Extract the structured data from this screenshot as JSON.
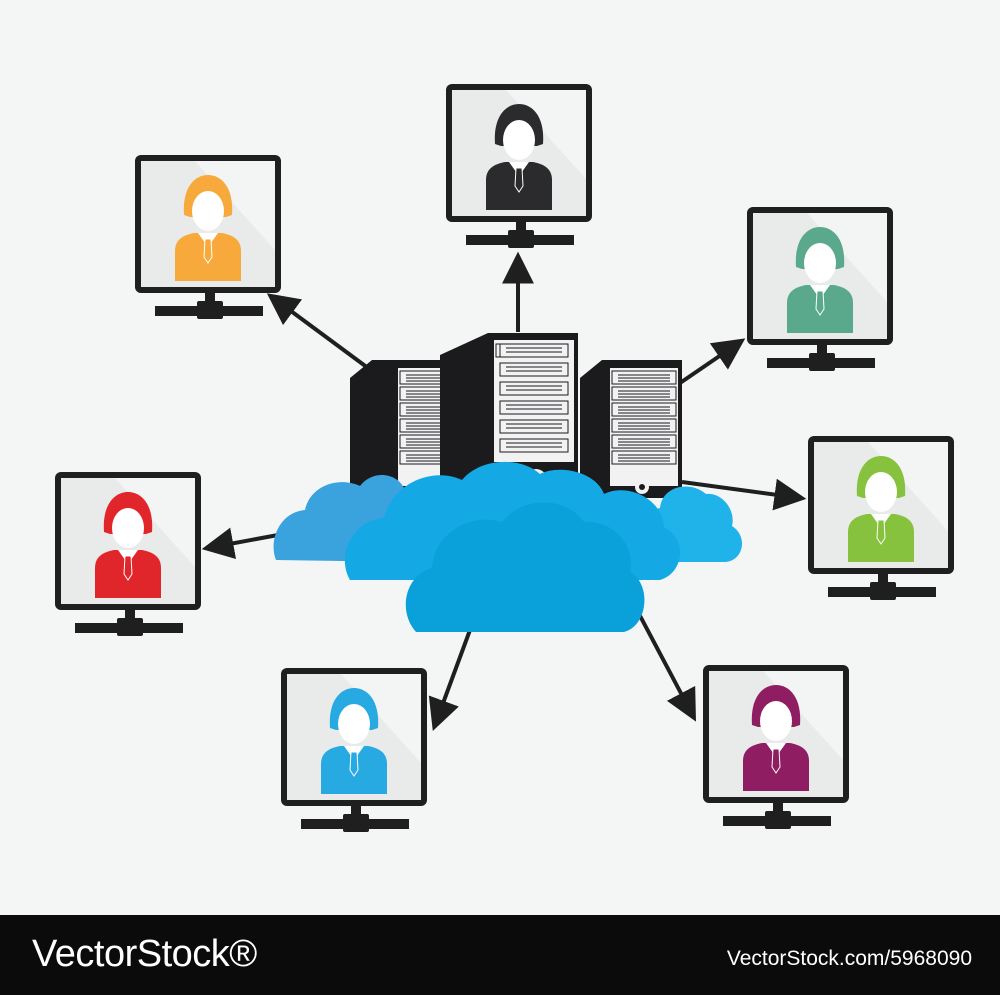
{
  "diagram": {
    "connection_color": "#1f1f1f",
    "cloud_colors": [
      "#3aa3de",
      "#1fb3ea",
      "#0aa0d9"
    ],
    "server_color": "#1b1b1d",
    "users": [
      {
        "id": "orange",
        "color": "#f7a93b"
      },
      {
        "id": "black",
        "color": "#2b2b2d"
      },
      {
        "id": "teal",
        "color": "#5aa98c"
      },
      {
        "id": "red",
        "color": "#e1262b"
      },
      {
        "id": "green",
        "color": "#86c23d"
      },
      {
        "id": "blue",
        "color": "#27a9e1"
      },
      {
        "id": "magenta",
        "color": "#8e1d62"
      }
    ]
  },
  "footer": {
    "logo_text": "VectorStock®",
    "image_id": "VectorStock.com/5968090"
  }
}
